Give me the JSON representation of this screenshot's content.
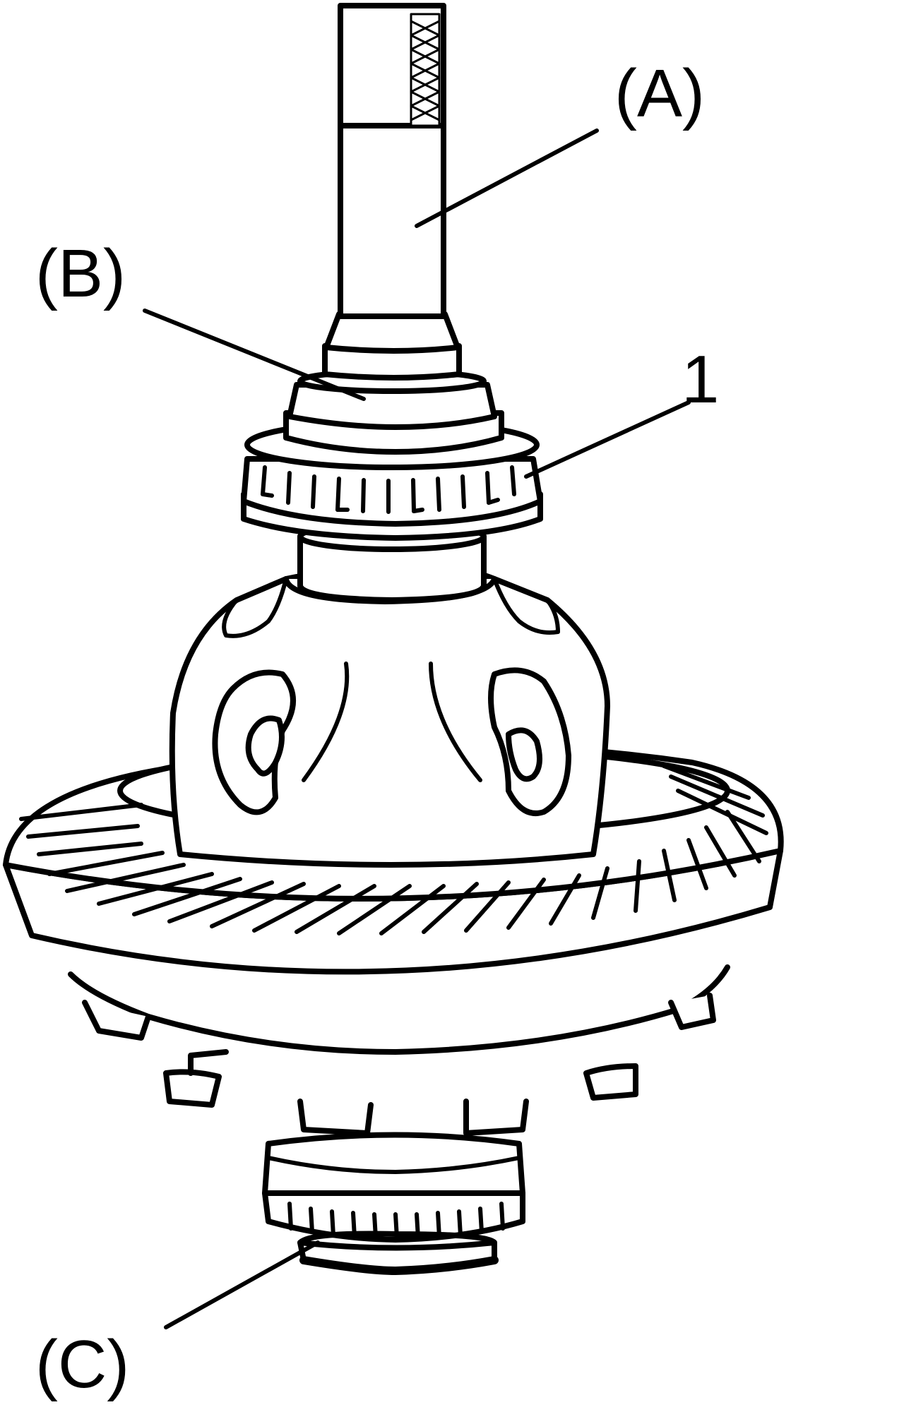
{
  "diagram": {
    "labels": {
      "tool_a": "(A)",
      "tool_b": "(B)",
      "part_1": "1",
      "tool_c": "(C)"
    },
    "colors": {
      "line": "#000000",
      "fill": "#ffffff"
    }
  }
}
